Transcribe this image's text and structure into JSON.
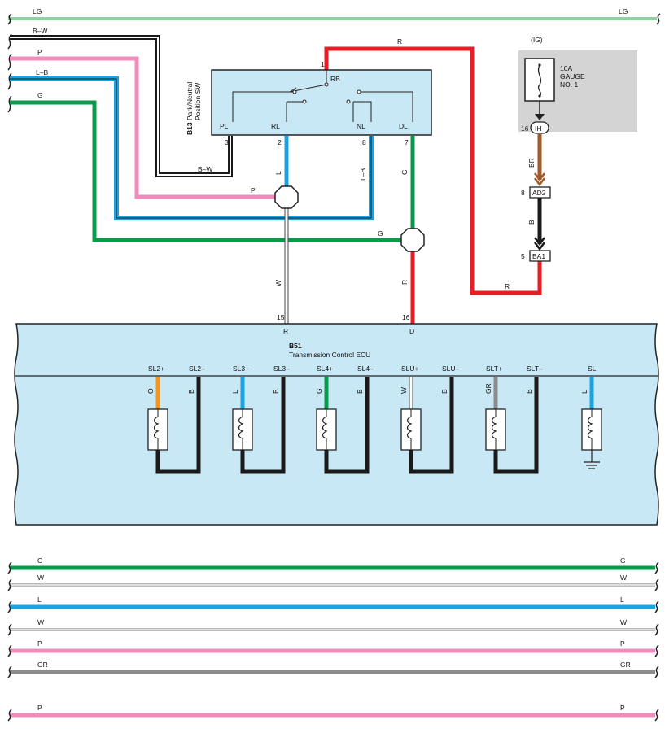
{
  "labels": {
    "lg": "LG",
    "bw": "B–W",
    "p": "P",
    "lb": "L–B",
    "g": "G",
    "r": "R",
    "w": "W",
    "l": "L",
    "gr": "GR",
    "d": "D",
    "br": "BR",
    "b": "B",
    "o": "O"
  },
  "switch": {
    "code": "B13",
    "name_line1": "Park/Neutral",
    "name_line2": "Position SW",
    "terminals": [
      "PL",
      "RL",
      "NL",
      "DL"
    ],
    "rb": "RB",
    "pins": {
      "rb": "1",
      "pl": "3",
      "rl": "2",
      "nl": "8",
      "dl": "7"
    }
  },
  "fuse": {
    "source": "(IG)",
    "rating": "10A",
    "name_line1": "GAUGE",
    "name_line2": "NO. 1",
    "pin": "16",
    "connector": "IH"
  },
  "connectors": [
    {
      "pin": "8",
      "name": "AD2"
    },
    {
      "pin": "5",
      "name": "BA1"
    }
  ],
  "ecu": {
    "code": "B51",
    "name": "Transmission Control ECU",
    "input_pins": [
      {
        "pin": "15",
        "name": "R"
      },
      {
        "pin": "16",
        "name": "D"
      }
    ],
    "solenoids": [
      {
        "pos": "SL2+",
        "neg": "SL2–",
        "wire": "O",
        "neg_wire": "B"
      },
      {
        "pos": "SL3+",
        "neg": "SL3–",
        "wire": "L",
        "neg_wire": "B"
      },
      {
        "pos": "SL4+",
        "neg": "SL4–",
        "wire": "G",
        "neg_wire": "B"
      },
      {
        "pos": "SLU+",
        "neg": "SLU–",
        "wire": "W",
        "neg_wire": "B"
      },
      {
        "pos": "SLT+",
        "neg": "SLT–",
        "wire": "GR",
        "neg_wire": "B"
      }
    ],
    "sl": {
      "name": "SL",
      "wire": "L"
    }
  },
  "bottom_wires": [
    "G",
    "W",
    "L",
    "W",
    "P",
    "GR",
    "P"
  ],
  "colors": {
    "LG": "#8fd19e",
    "B": "#1a1a1a",
    "P": "#f08cbc",
    "L": "#1aa3e0",
    "G": "#0a9a4a",
    "R": "#e81e25",
    "W": "#ffffff",
    "GR": "#8c8c8c",
    "O": "#f5941d",
    "BR": "#a05a2c",
    "ECU": "#c9e8f6",
    "SW": "#c9e8f6",
    "FUSE": "#d4d4d4"
  }
}
